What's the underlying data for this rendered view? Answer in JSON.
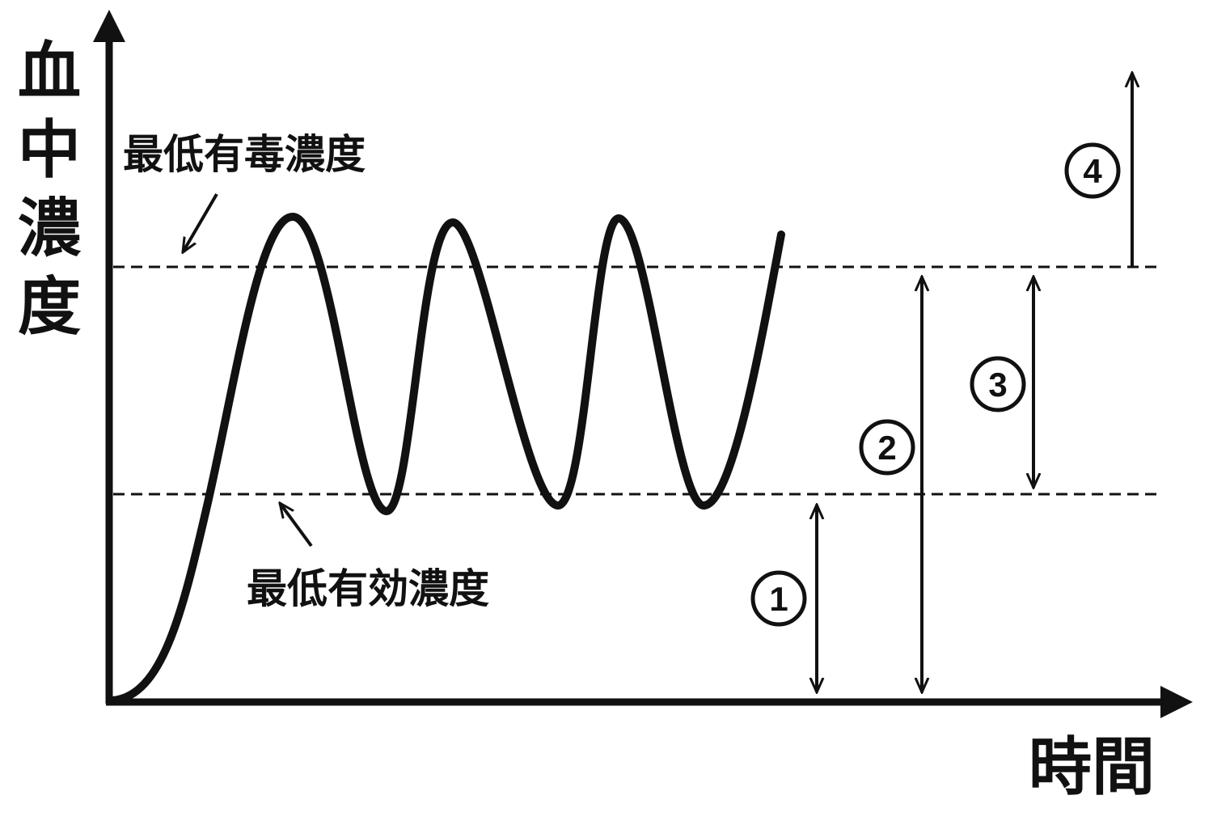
{
  "axes": {
    "y_label": "血中濃度",
    "x_label": "時間"
  },
  "thresholds": {
    "toxic": {
      "label": "最低有毒濃度"
    },
    "effective": {
      "label": "最低有効濃度"
    }
  },
  "ranges": [
    {
      "id": "1",
      "symbol": "1"
    },
    {
      "id": "2",
      "symbol": "2"
    },
    {
      "id": "3",
      "symbol": "3"
    },
    {
      "id": "4",
      "symbol": "4"
    }
  ],
  "colors": {
    "ink": "#111111",
    "background": "#ffffff"
  }
}
